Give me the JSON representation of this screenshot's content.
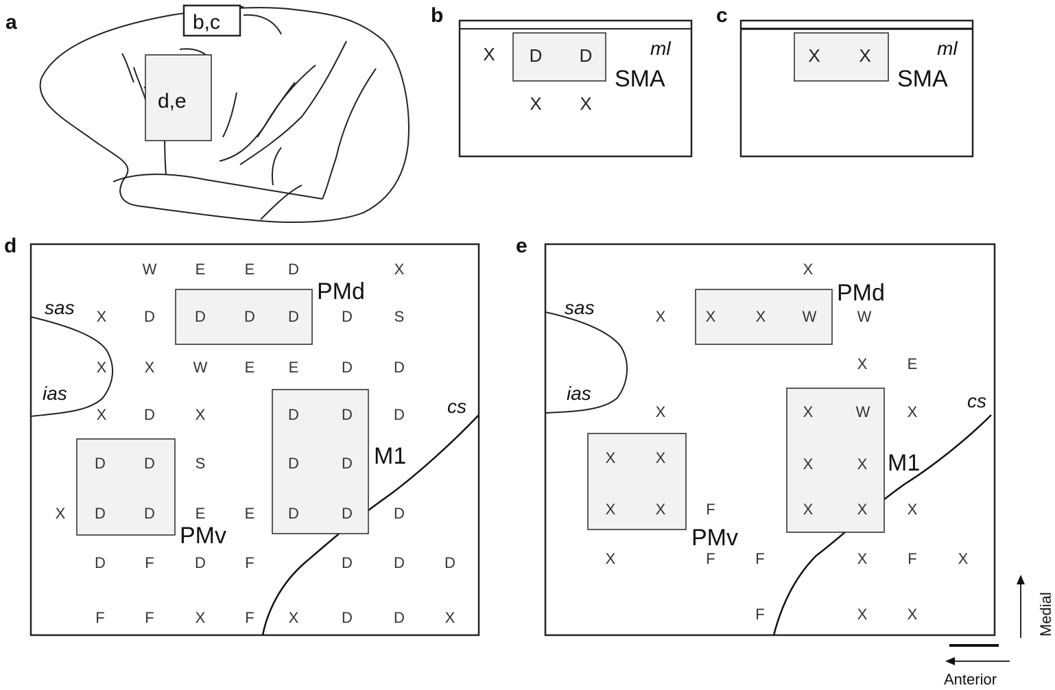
{
  "panel_letters": {
    "a": "a",
    "b": "b",
    "c": "c",
    "d": "d",
    "e": "e"
  },
  "panel_a": {
    "inset_bc": "b,c",
    "inset_de": "d,e"
  },
  "panel_b": {
    "ml_label": "ml",
    "region": "SMA",
    "box_codes": [
      "D",
      "D"
    ],
    "outside_codes": [
      "X",
      "X",
      "X"
    ]
  },
  "panel_c": {
    "ml_label": "ml",
    "region": "SMA",
    "box_codes": [
      "X",
      "X"
    ]
  },
  "panel_d": {
    "labels": {
      "sas": "sas",
      "ias": "ias",
      "cs": "cs",
      "pmd": "PMd",
      "pmv": "PMv",
      "m1": "M1"
    },
    "codes": [
      "W",
      "E",
      "E",
      "D",
      "X",
      "X",
      "D",
      "D",
      "D",
      "D",
      "D",
      "S",
      "X",
      "X",
      "W",
      "E",
      "E",
      "D",
      "D",
      "X",
      "D",
      "X",
      "D",
      "D",
      "D",
      "D",
      "D",
      "S",
      "D",
      "D",
      "X",
      "D",
      "D",
      "E",
      "E",
      "D",
      "D",
      "D",
      "D",
      "F",
      "D",
      "F",
      "D",
      "D",
      "D",
      "F",
      "F",
      "X",
      "F",
      "X",
      "D",
      "D",
      "X"
    ]
  },
  "panel_e": {
    "labels": {
      "sas": "sas",
      "ias": "ias",
      "cs": "cs",
      "pmd": "PMd",
      "pmv": "PMv",
      "m1": "M1"
    },
    "codes": [
      "X",
      "X",
      "X",
      "X",
      "W",
      "W",
      "X",
      "E",
      "X",
      "X",
      "W",
      "X",
      "X",
      "X",
      "X",
      "X",
      "X",
      "X",
      "F",
      "X",
      "X",
      "X",
      "X",
      "F",
      "F",
      "X",
      "F",
      "X",
      "F",
      "X",
      "X"
    ]
  },
  "orientation": {
    "medial": "Medial",
    "anterior": "Anterior"
  }
}
